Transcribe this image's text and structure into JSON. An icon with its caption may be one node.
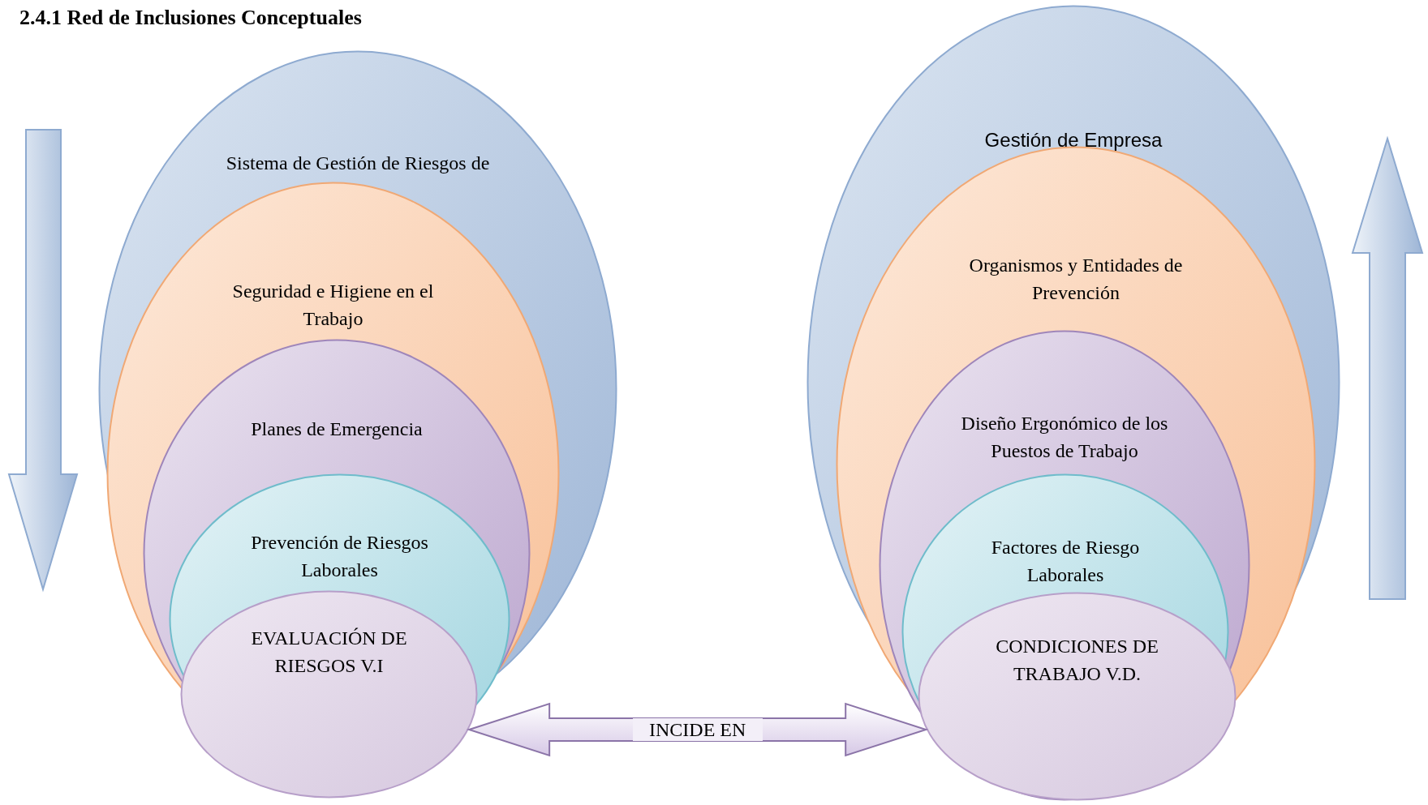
{
  "diagram": {
    "title": "2.4.1 Red de Inclusiones Conceptuales",
    "nodes": [
      {
        "text": [
          "Sistema de Gestión de Riesgos de"
        ]
      },
      {
        "text": [
          "Seguridad e Higiene en el Trabajo"
        ],
        "in": 0
      },
      {
        "text": [
          "Planes de Emergencia"
        ],
        "in": 1
      },
      {
        "text": [
          "Prevención de Riesgos Laborales"
        ],
        "in": 2
      },
      {
        "text": [
          "EVALUACIÓN DE RIESGOS V.I"
        ],
        "in": 3
      },
      {
        "text": [
          "Gestión de Empresa"
        ]
      },
      {
        "text": [
          "Organismos y Entidades de Prevención"
        ],
        "in": 5
      },
      {
        "text": [
          "Diseño Ergonómico de los Puestos de Trabajo"
        ],
        "in": 6
      },
      {
        "text": [
          "Factores de Riesgo Laborales"
        ],
        "in": 7
      },
      {
        "text": [
          "CONDICIONES DE TRABAJO V.D."
        ],
        "in": 8
      }
    ],
    "edges": [
      {
        "from": 4,
        "to": 9,
        "arrow": "both",
        "label": "INCIDE EN"
      }
    ]
  }
}
